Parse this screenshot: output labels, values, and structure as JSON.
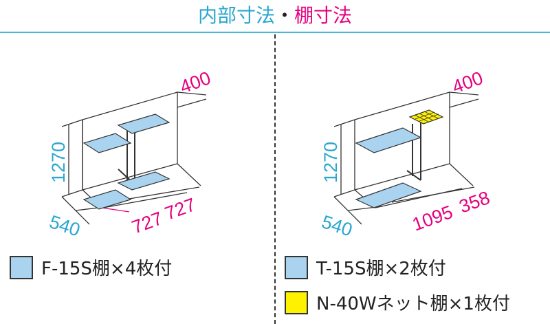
{
  "header": {
    "title_part1": "内部寸法",
    "separator": "・",
    "title_part2": "棚寸法"
  },
  "colors": {
    "cyan": "#2aa7cf",
    "magenta": "#e6007e",
    "shelf_blue": "#a9d3ef",
    "net_yellow": "#fff200"
  },
  "left_diagram": {
    "height": "1270",
    "depth": "540",
    "shelf_depth": "400",
    "width_a": "727",
    "width_b": "727"
  },
  "right_diagram": {
    "height": "1270",
    "depth": "540",
    "shelf_depth": "400",
    "width_a": "1095",
    "width_b": "358"
  },
  "legend_left": [
    {
      "label": "F-15S棚×4枚付",
      "color": "#a9d3ef"
    }
  ],
  "legend_right": [
    {
      "label": "T-15S棚×2枚付",
      "color": "#a9d3ef"
    },
    {
      "label": "N-40Wネット棚×1枚付",
      "color": "#fff200"
    }
  ]
}
